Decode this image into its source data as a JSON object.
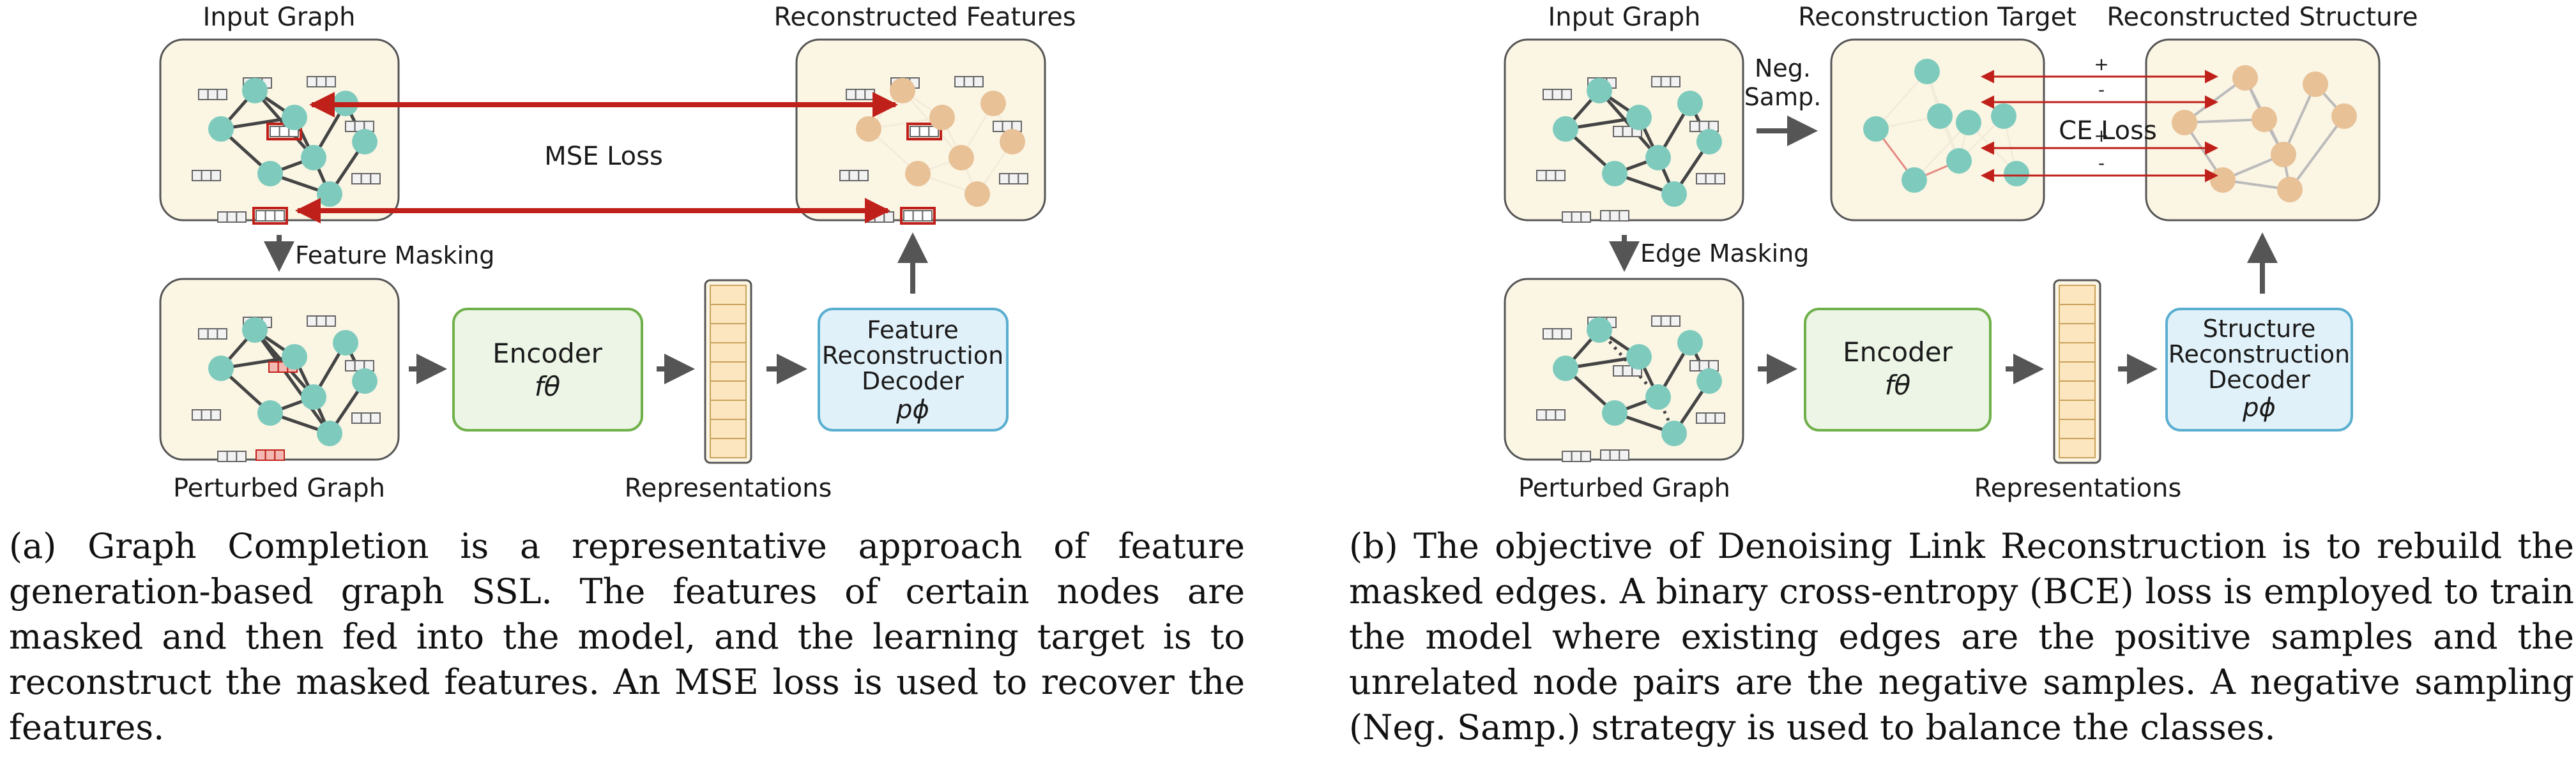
{
  "panel_a": {
    "input_graph": "Input Graph",
    "reconstructed_features": "Reconstructed Features",
    "loss": "MSE Loss",
    "masking": "Feature Masking",
    "perturbed_graph": "Perturbed Graph",
    "encoder": "Encoder",
    "encoder_sym": "fθ",
    "representations": "Representations",
    "decoder_line1": "Feature",
    "decoder_line2": "Reconstruction",
    "decoder_line3": "Decoder",
    "decoder_sym": "pϕ",
    "caption": "(a) Graph Completion is a representative approach of feature generation-based graph SSL. The features of certain nodes are masked and then fed into the model, and the learning target is to reconstruct the masked features. An MSE loss is used to recover the features."
  },
  "panel_b": {
    "input_graph": "Input Graph",
    "neg_line1": "Neg.",
    "neg_line2": "Samp.",
    "recon_target": "Reconstruction Target",
    "recon_structure": "Reconstructed Structure",
    "loss": "CE Loss",
    "plus": "+",
    "minus": "-",
    "masking": "Edge Masking",
    "perturbed_graph": "Perturbed Graph",
    "encoder": "Encoder",
    "encoder_sym": "fθ",
    "representations": "Representations",
    "decoder_line1": "Structure",
    "decoder_line2": "Reconstruction",
    "decoder_line3": "Decoder",
    "decoder_sym": "pϕ",
    "caption": "(b) The objective of Denoising Link Reconstruction is to rebuild the masked edges. A binary cross-entropy (BCE) loss is employed to train the model where existing edges are the positive samples and the unrelated node pairs are the negative samples. A negative sampling (Neg. Samp.) strategy is used to balance the classes."
  },
  "colors": {
    "graph_panel_fill": "#fbf5e4",
    "node_teal": "#7ecbbd",
    "node_orange": "#e8c197",
    "loss_arrow": "#c0201a",
    "encoder_fill": "#ecf5e6",
    "encoder_stroke": "#6fb04a",
    "decoder_fill": "#e1f1f9",
    "decoder_stroke": "#5aaed0"
  }
}
